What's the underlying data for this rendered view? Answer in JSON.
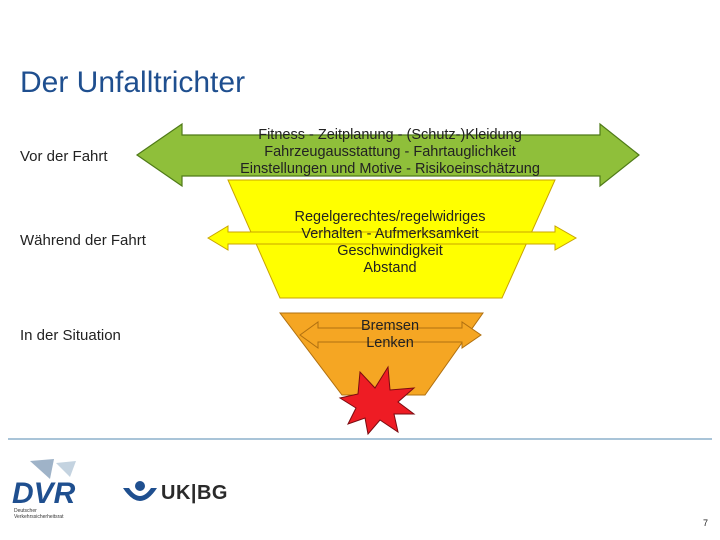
{
  "title": "Der Unfalltrichter",
  "stages": [
    {
      "label": "Vor der Fahrt",
      "text_lines": [
        "Fitness - Zeitplanung - (Schutz-)Kleidung",
        "Fahrzeugausstattung - Fahrtauglichkeit",
        "Einstellungen und Motive - Risikoeinschätzung"
      ],
      "color": "#8fbf3a"
    },
    {
      "label": "Während der Fahrt",
      "text_lines": [
        "Regelgerechtes/regelwidriges",
        "Verhalten - Aufmerksamkeit",
        "Geschwindigkeit",
        "Abstand"
      ],
      "color": "#ffff00"
    },
    {
      "label": "In der Situation",
      "text_lines": [
        "Bremsen",
        "Lenken"
      ],
      "color": "#f5a623"
    }
  ],
  "impact_color": "#ee1c24",
  "logos": {
    "dvr_sub": "Deutscher Verkehrssicherheitsrat",
    "ukbg": "UK|BG"
  },
  "page_number": "7"
}
